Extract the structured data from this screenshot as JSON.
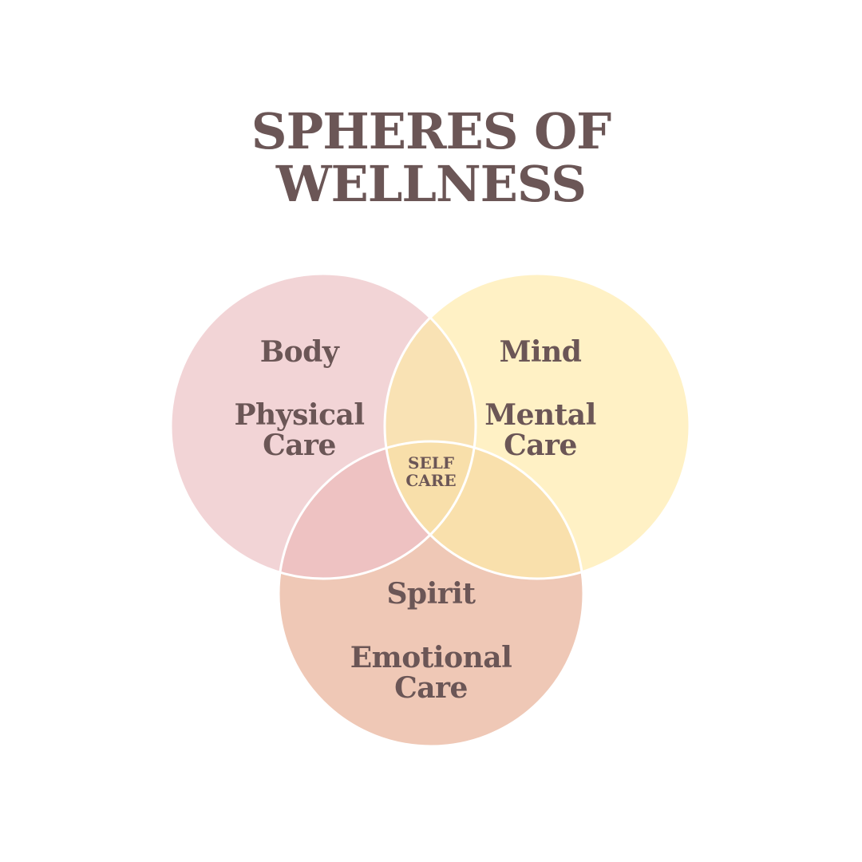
{
  "title": {
    "line1": "SPHERES OF",
    "line2": "WELLNESS"
  },
  "circles": {
    "body": {
      "name": "Body",
      "care_line1": "Physical",
      "care_line2": "Care",
      "color": "#f2d4d6"
    },
    "mind": {
      "name": "Mind",
      "care_line1": "Mental",
      "care_line2": "Care",
      "color": "#fff1c5"
    },
    "spirit": {
      "name": "Spirit",
      "care_line1": "Emotional",
      "care_line2": "Care",
      "color": "#efc8b6"
    }
  },
  "center": {
    "line1": "SELF",
    "line2": "CARE"
  },
  "colors": {
    "text": "#6b5656",
    "body_mind_overlap": "#f9e2b4",
    "body_spirit_overlap": "#eec2c2",
    "mind_spirit_overlap": "#f9e0ac",
    "center_overlap": "#f8dfaa",
    "outline": "#ffffff"
  }
}
